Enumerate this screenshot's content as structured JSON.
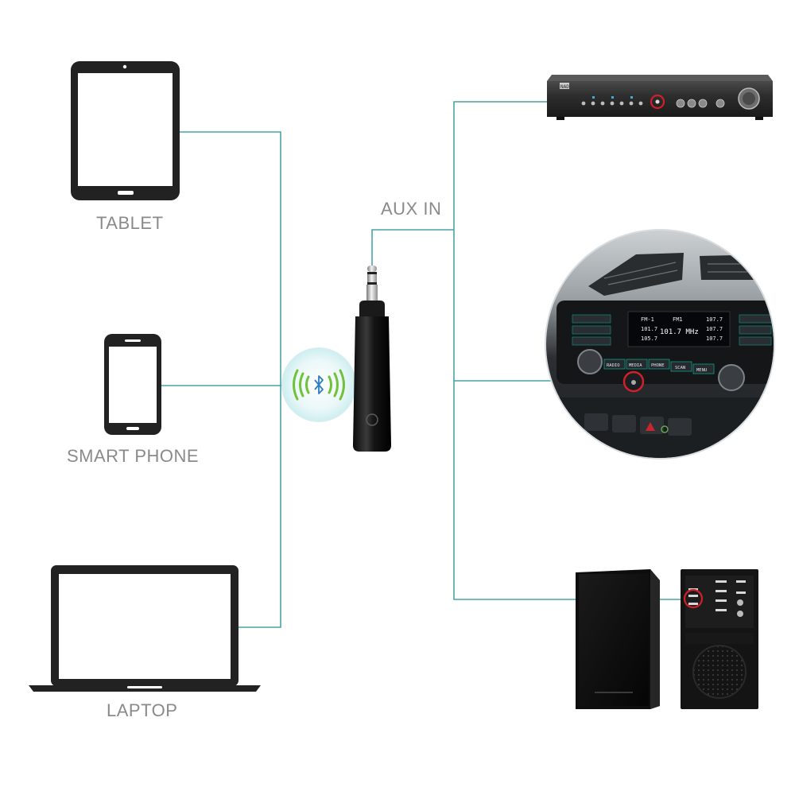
{
  "labels": {
    "tablet": "TABLET",
    "smart_phone": "SMART PHONE",
    "laptop": "LAPTOP",
    "aux_in": "AUX IN"
  },
  "amplifier": {
    "brand": "NAD"
  },
  "car_radio": {
    "display_left": [
      "FM-1",
      "101.7",
      "105.7"
    ],
    "display_center_top": "FM1",
    "display_center_main": "101.7 MHz",
    "display_right": [
      "107.7",
      "107.7",
      "107.7"
    ],
    "buttons": [
      "RADIO",
      "MEDIA",
      "PHONE",
      "SCAN",
      "MENU"
    ]
  },
  "colors": {
    "line": "#4aa3a6",
    "label": "#8a8a8a",
    "device": "#222222",
    "bluetooth_green": "#6fc23a",
    "highlight_red": "#d0202a"
  }
}
